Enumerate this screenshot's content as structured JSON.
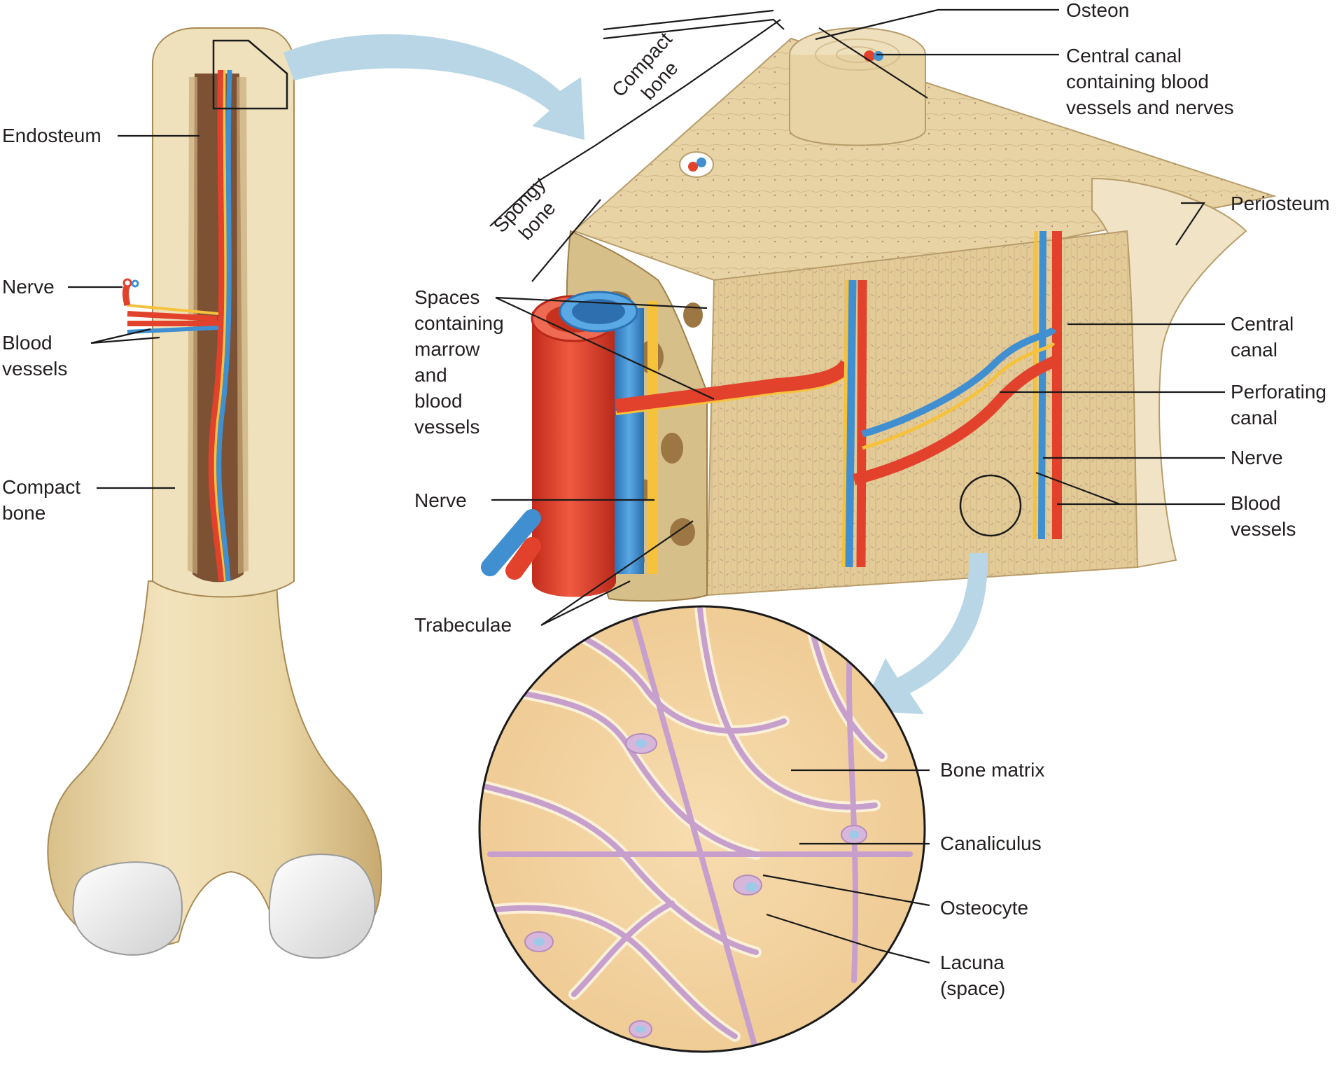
{
  "labels": {
    "endosteum": "Endosteum",
    "nerve_left": "Nerve",
    "blood_vessels_left": [
      "Blood",
      "vessels"
    ],
    "compact_bone_left": [
      "Compact",
      "bone"
    ],
    "compact_bone_bracket": [
      "Compact",
      "bone"
    ],
    "spongy_bone_bracket": [
      "Spongy",
      "bone"
    ],
    "spaces": [
      "Spaces",
      "containing",
      "marrow",
      "and",
      "blood",
      "vessels"
    ],
    "nerve_mid": "Nerve",
    "trabeculae": "Trabeculae",
    "osteon": "Osteon",
    "central_canal_top": [
      "Central canal",
      "containing blood",
      "vessels and nerves"
    ],
    "periosteum": "Periosteum",
    "central_canal_right": [
      "Central",
      "canal"
    ],
    "perforating_canal": [
      "Perforating",
      "canal"
    ],
    "nerve_right": "Nerve",
    "blood_vessels_right": [
      "Blood",
      "vessels"
    ],
    "bone_matrix": "Bone matrix",
    "canaliculus": "Canaliculus",
    "osteocyte": "Osteocyte",
    "lacuna": [
      "Lacuna",
      "(space)"
    ]
  },
  "colors": {
    "bone": "#ead7a8",
    "bone_shadow": "#cbb27a",
    "cartilage": "#e9e9e9",
    "artery": "#e2412b",
    "vein": "#3f8fd1",
    "nerve": "#f6c23c",
    "marrow": "#8a5a3c",
    "lacuna_purple": "#c9a6cf",
    "matrix": "#f3d4a2",
    "arrow": "#b9d6e6"
  }
}
